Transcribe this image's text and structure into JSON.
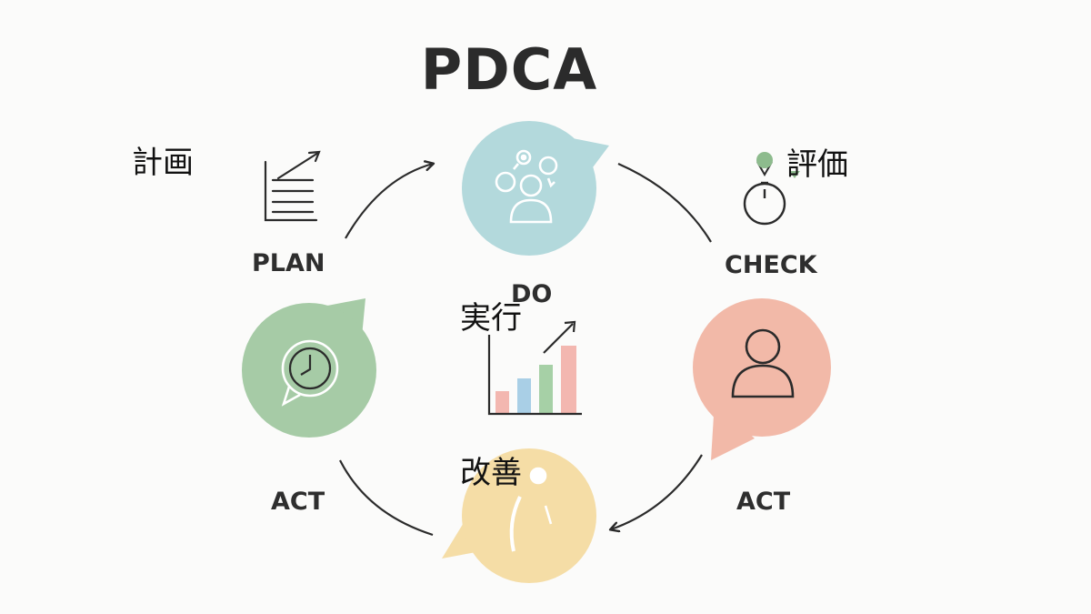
{
  "title": "PDCA",
  "labels": {
    "plan": "PLAN",
    "do": "DO",
    "check": "CHECK",
    "act_left": "ACT",
    "act_right": "ACT"
  },
  "japanese": {
    "plan": "計画",
    "do": "実行",
    "check": "評価",
    "act": "改善"
  },
  "colors": {
    "do_bubble": "#b3d9dc",
    "act_bubble": "#a6cba6",
    "check_bubble": "#f2b9a8",
    "improve_bubble": "#f5dda6",
    "bar_pink": "#f3b7b0",
    "bar_blue": "#a9cfe6",
    "bar_green": "#a6d0a6",
    "line": "#2b2b2b"
  },
  "icons": {
    "plan": "checklist-trend-icon",
    "do": "person-with-gears-icon",
    "check": "stopwatch-icon",
    "act": "clock-speech-icon",
    "center": "bar-chart-growth-icon",
    "check_person": "person-icon",
    "improve": "lightbulb-person-icon"
  }
}
